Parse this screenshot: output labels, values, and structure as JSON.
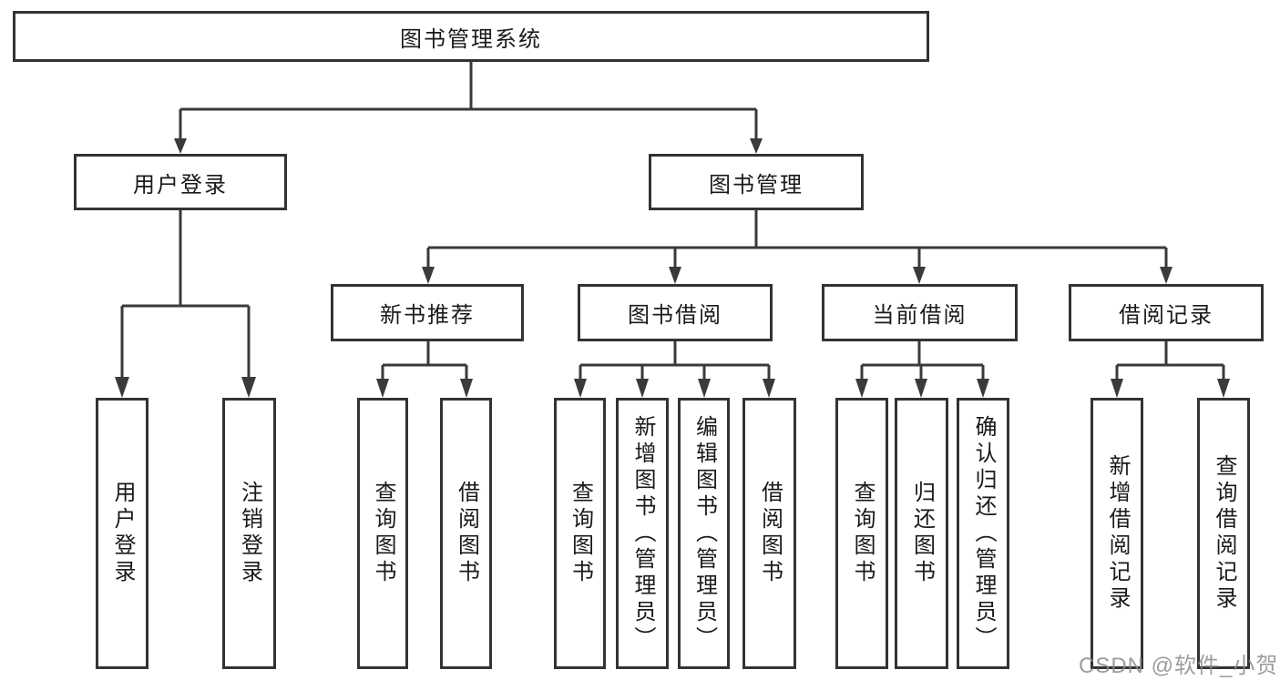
{
  "colors": {
    "line": "#3a3a3a",
    "box_border": "#333333",
    "box_fill": "#ffffff",
    "text": "#1a1a1a",
    "watermark_gray": "#8c8c8c"
  },
  "watermark": "CSDN @软件_小贺同学",
  "tree": {
    "root": {
      "label": "图书管理系统"
    },
    "level2": [
      {
        "label": "用户登录"
      },
      {
        "label": "图书管理"
      }
    ],
    "level3": [
      {
        "label": "新书推荐"
      },
      {
        "label": "图书借阅"
      },
      {
        "label": "当前借阅"
      },
      {
        "label": "借阅记录"
      }
    ],
    "leaves": {
      "user_login": [
        {
          "label": "用户登录"
        },
        {
          "label": "注销登录"
        }
      ],
      "new_book_recommendation": [
        {
          "label": "查询图书"
        },
        {
          "label": "借阅图书"
        }
      ],
      "book_borrowing": [
        {
          "label": "查询图书"
        },
        {
          "label": "新增图书（管理员）"
        },
        {
          "label": "编辑图书（管理员）"
        },
        {
          "label": "借阅图书"
        }
      ],
      "current_borrowing": [
        {
          "label": "查询图书"
        },
        {
          "label": "归还图书"
        },
        {
          "label": "确认归还（管理员）"
        }
      ],
      "borrowing_records": [
        {
          "label": "新增借阅记录"
        },
        {
          "label": "查询借阅记录"
        }
      ]
    }
  }
}
